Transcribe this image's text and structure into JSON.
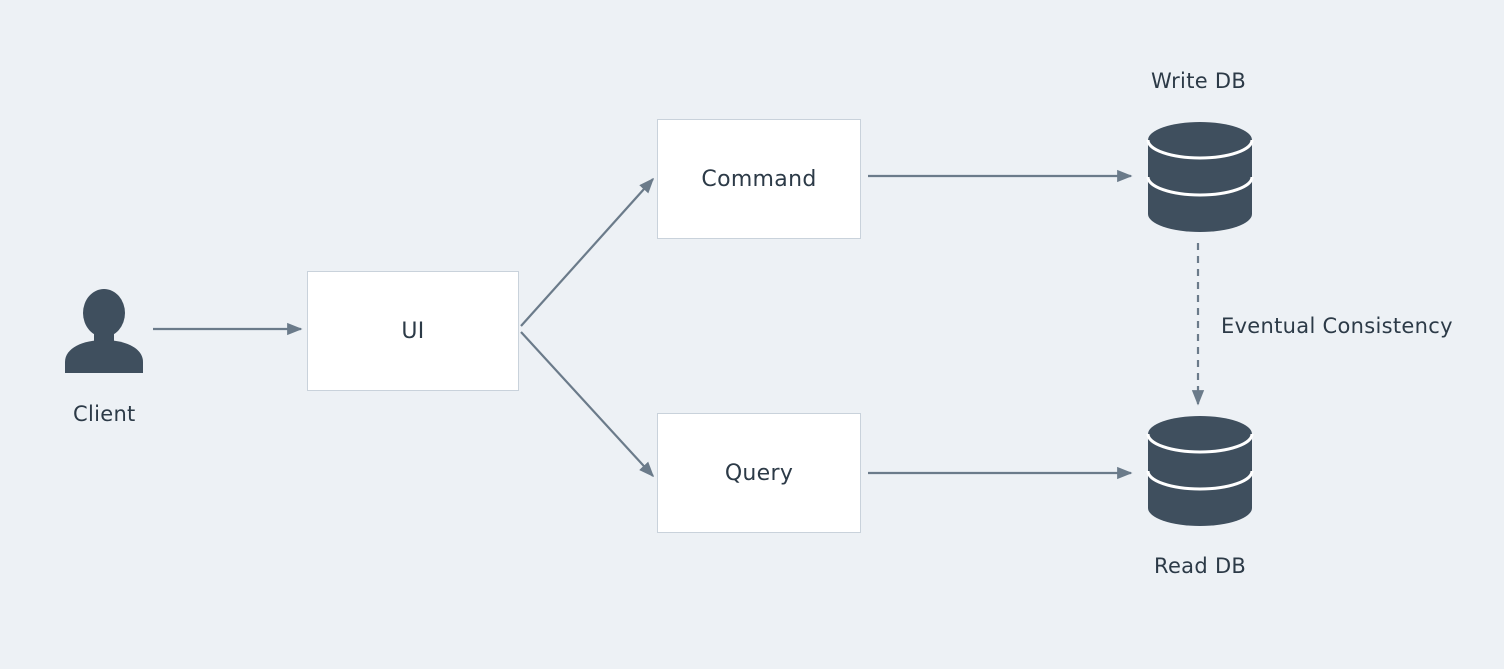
{
  "nodes": {
    "client": {
      "label": "Client",
      "icon": "user-icon"
    },
    "ui": {
      "label": "UI"
    },
    "command": {
      "label": "Command"
    },
    "query": {
      "label": "Query"
    },
    "write_db": {
      "label": "Write DB",
      "icon": "database-icon"
    },
    "read_db": {
      "label": "Read DB",
      "icon": "database-icon"
    }
  },
  "edges": [
    {
      "from": "client",
      "to": "ui",
      "style": "solid"
    },
    {
      "from": "ui",
      "to": "command",
      "style": "solid"
    },
    {
      "from": "ui",
      "to": "query",
      "style": "solid"
    },
    {
      "from": "command",
      "to": "write_db",
      "style": "solid"
    },
    {
      "from": "query",
      "to": "read_db",
      "style": "solid"
    },
    {
      "from": "write_db",
      "to": "read_db",
      "style": "dashed",
      "label": "Eventual Consistency"
    }
  ],
  "colors": {
    "background": "#edf1f5",
    "icon_fill": "#3f4f5e",
    "edge": "#6b7b8a",
    "box_border": "#c9d2db",
    "text": "#2c3a47"
  }
}
